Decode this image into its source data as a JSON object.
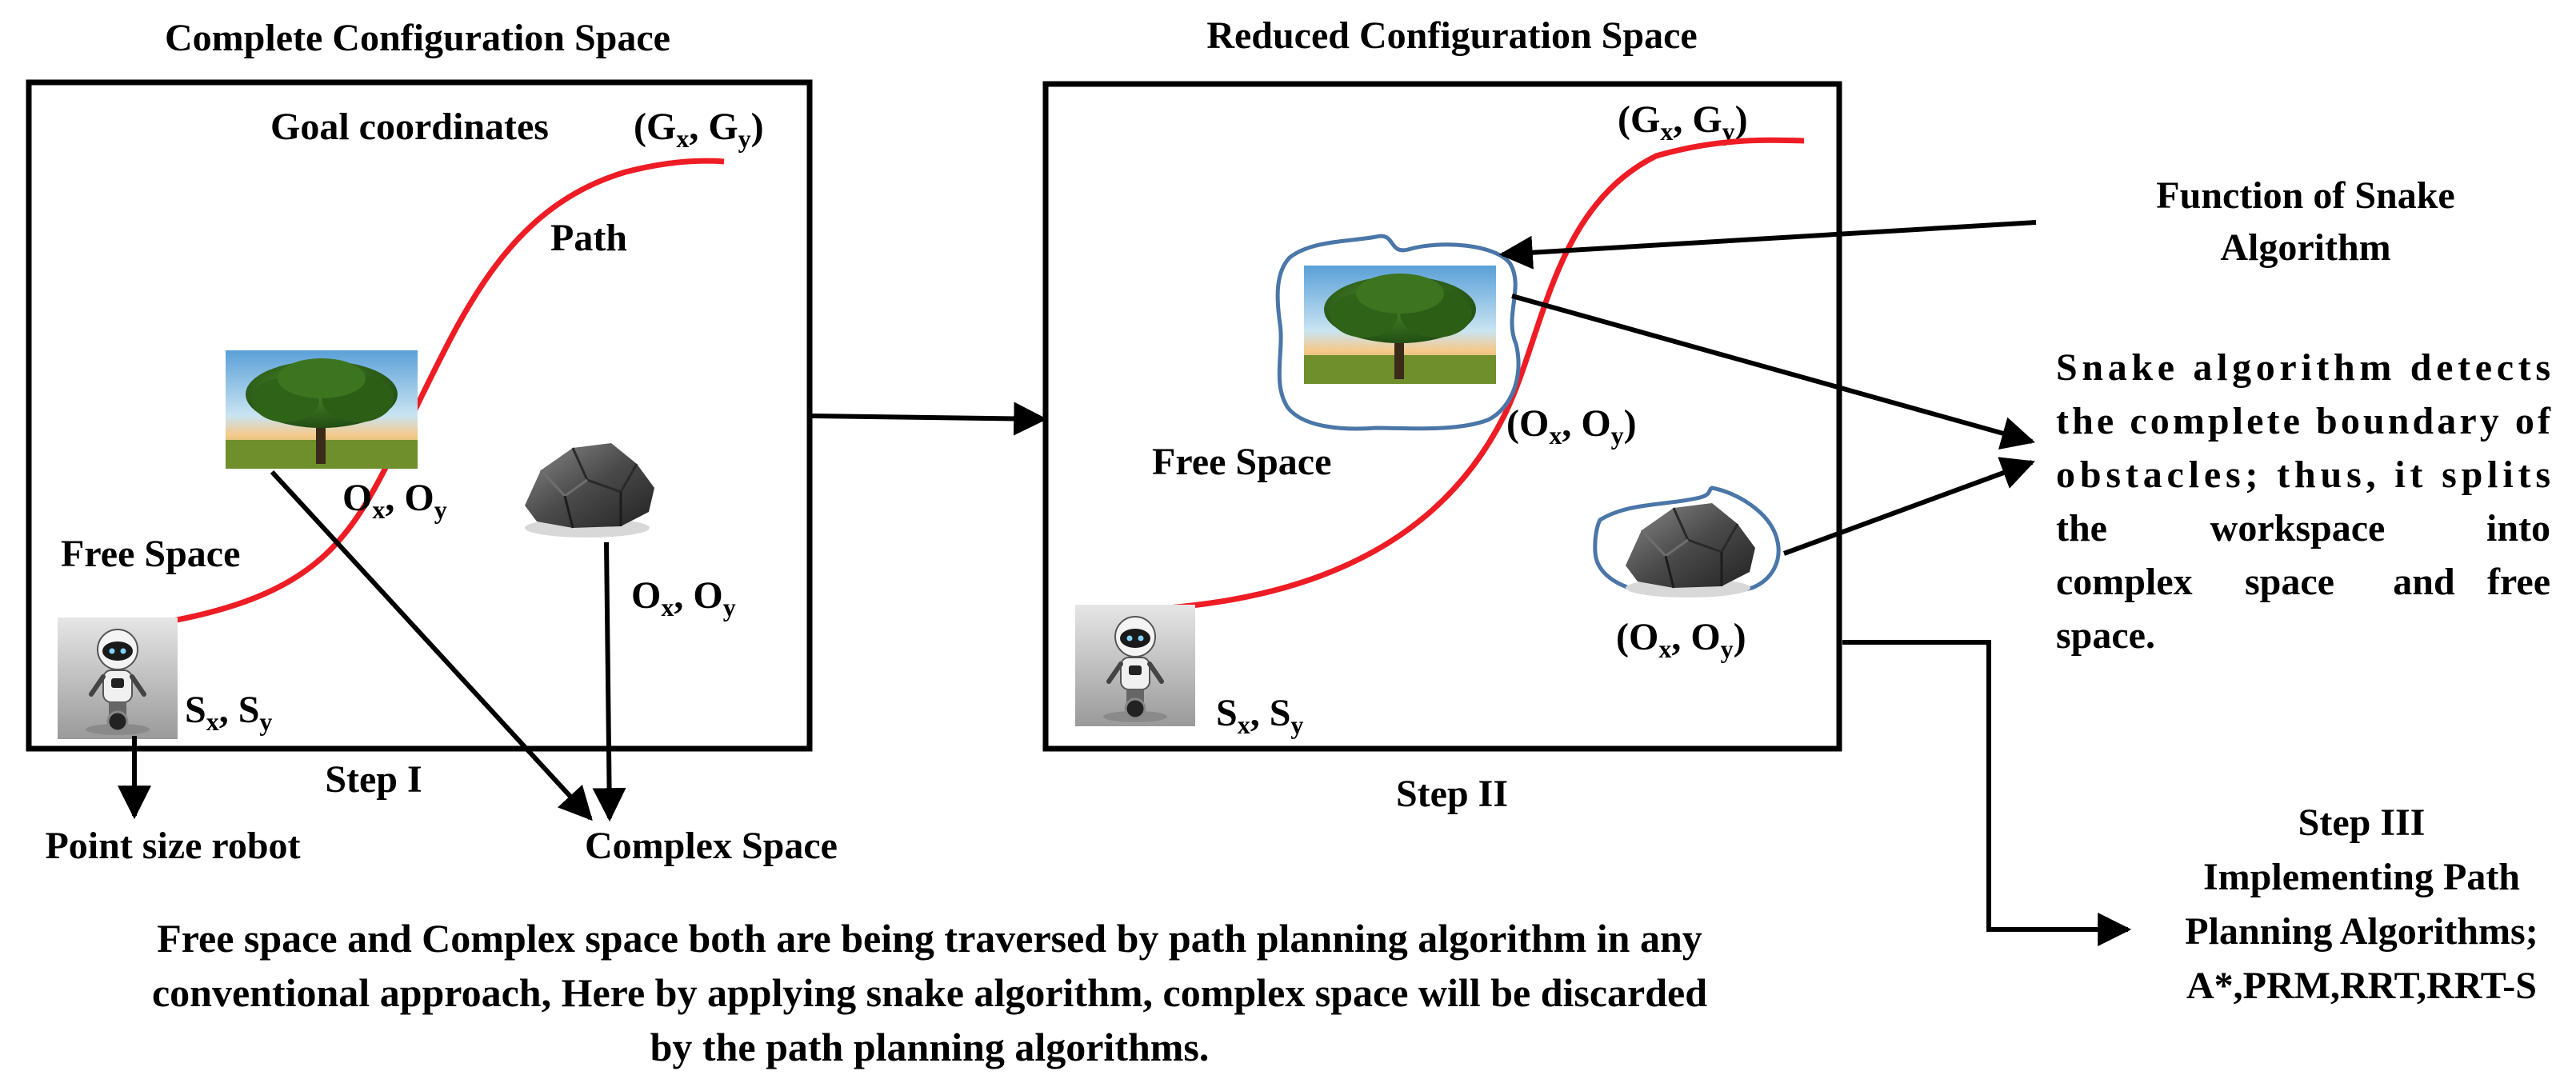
{
  "step1": {
    "title": "Complete Configuration Space",
    "goal_label": "Goal coordinates",
    "goal_coord": {
      "open": "(G",
      "x_sub": "x",
      "mid": ", G",
      "y_sub": "y",
      "close": ")"
    },
    "path_label": "Path",
    "free_space": "Free Space",
    "tree_coord": {
      "a": "O",
      "a_sub": "x",
      "mid": ", O",
      "b_sub": "y"
    },
    "rock_coord": {
      "a": "O",
      "a_sub": "x",
      "mid": ", O",
      "b_sub": "y"
    },
    "start_coord": {
      "a": "S",
      "a_sub": "x",
      "mid": ", S",
      "b_sub": "y"
    },
    "step_label": "Step I",
    "point_robot": "Point size robot",
    "complex_space": "Complex Space"
  },
  "step2": {
    "title": "Reduced Configuration Space",
    "goal_coord": {
      "open": "(G",
      "x_sub": "x",
      "mid": ", G",
      "y_sub": "y",
      "close": ")"
    },
    "tree_coord": {
      "open": "(O",
      "a_sub": "x",
      "mid": ", O",
      "b_sub": "y",
      "close": ")"
    },
    "free_space": "Free Space",
    "rock_coord": {
      "open": "(O",
      "a_sub": "x",
      "mid": ", O",
      "b_sub": "y",
      "close": ")"
    },
    "start_coord": {
      "a": "S",
      "a_sub": "x",
      "mid": ", S",
      "b_sub": "y"
    },
    "step_label": "Step II"
  },
  "snake": {
    "function_title": [
      "Function of Snake",
      "Algorithm"
    ],
    "description_lines": [
      "Snake algorithm detects",
      "the complete boundary of",
      "obstacles; thus, it splits",
      [
        "the",
        "workspace",
        "into"
      ],
      [
        "complex",
        "space",
        "and",
        "free"
      ],
      "space."
    ]
  },
  "step3": {
    "lines": [
      "Step III",
      "Implementing Path",
      "Planning Algorithms;",
      "A*,PRM,RRT,RRT-S"
    ]
  },
  "caption": {
    "lines": [
      "Free space and Complex space both are being traversed by path planning algorithm in any",
      "conventional approach, Here by applying snake algorithm, complex space will be discarded",
      "by the path planning algorithms."
    ]
  },
  "colors": {
    "path": "#ee1c24",
    "snake_contour": "#4a76a8",
    "frame": "#000000"
  },
  "icons": [
    "tree-image",
    "rock-image",
    "robot-image"
  ]
}
